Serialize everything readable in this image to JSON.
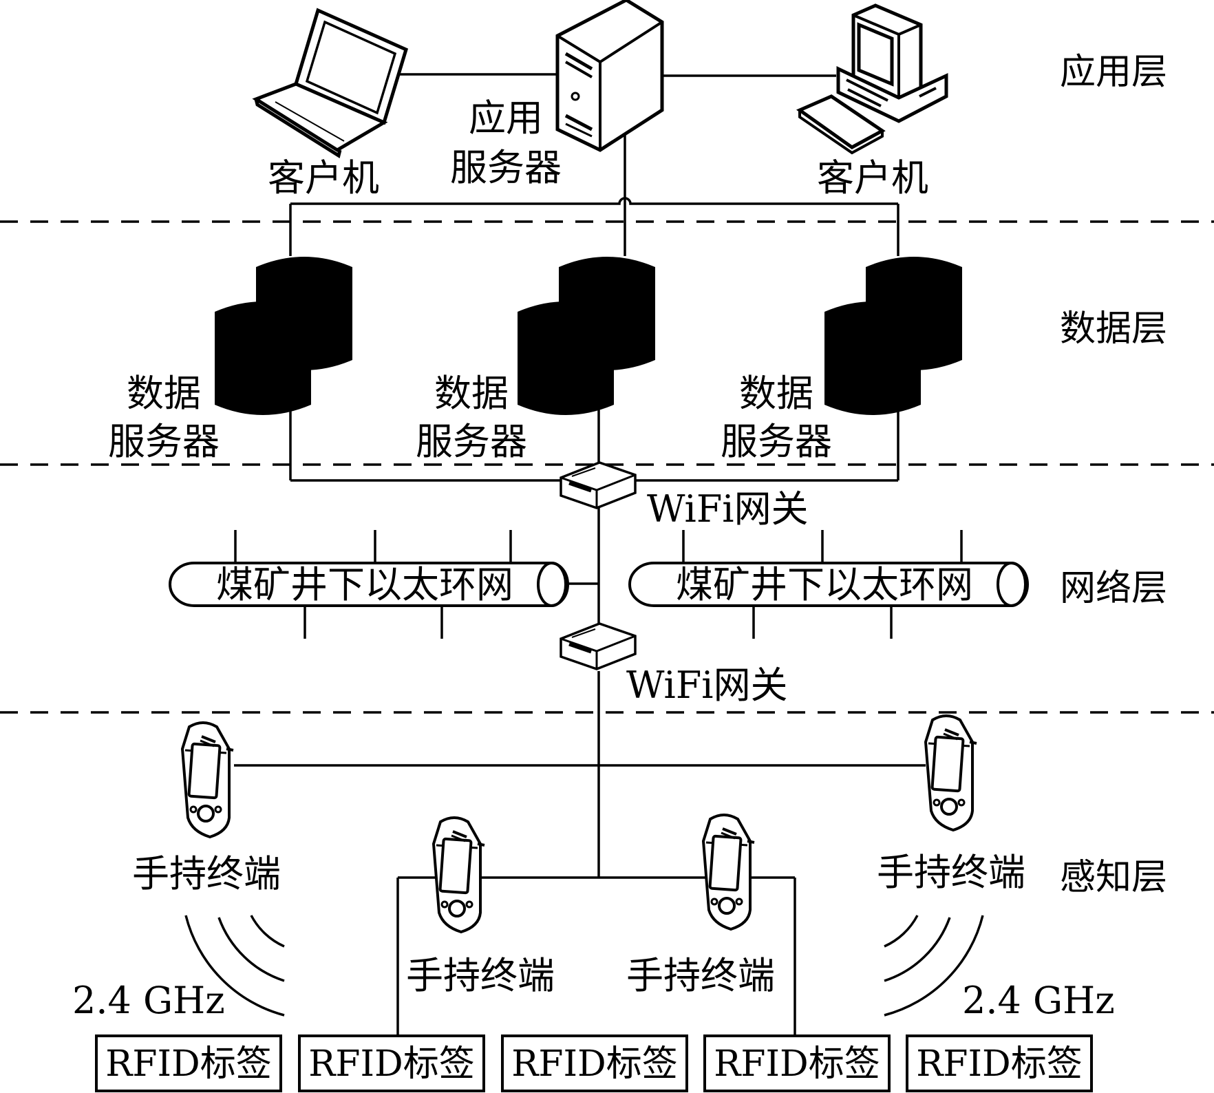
{
  "layers": {
    "application": "应用层",
    "data": "数据层",
    "network": "网络层",
    "perception": "感知层"
  },
  "app_layer": {
    "client_left": "客户机",
    "client_right": "客户机",
    "server_line1": "应用",
    "server_line2": "服务器"
  },
  "data_layer": {
    "servers": [
      {
        "line1": "数据",
        "line2": "服务器"
      },
      {
        "line1": "数据",
        "line2": "服务器"
      },
      {
        "line1": "数据",
        "line2": "服务器"
      }
    ]
  },
  "network_layer": {
    "gateway_top": "WiFi网关",
    "gateway_bottom": "WiFi网关",
    "ring_left": "煤矿井下以太环网",
    "ring_right": "煤矿井下以太环网"
  },
  "perception_layer": {
    "terminals": [
      "手持终端",
      "手持终端",
      "手持终端",
      "手持终端"
    ],
    "freq_left": "2.4 GHz",
    "freq_right": "2.4 GHz",
    "rfid_tags": [
      "RFID标签",
      "RFID标签",
      "RFID标签",
      "RFID标签",
      "RFID标签"
    ]
  },
  "icons": {
    "laptop": "laptop-icon",
    "server": "server-tower-icon",
    "desktop": "desktop-computer-icon",
    "database": "database-icon",
    "gateway": "wifi-gateway-icon",
    "handheld": "handheld-terminal-icon",
    "wave": "radio-wave-icon"
  }
}
